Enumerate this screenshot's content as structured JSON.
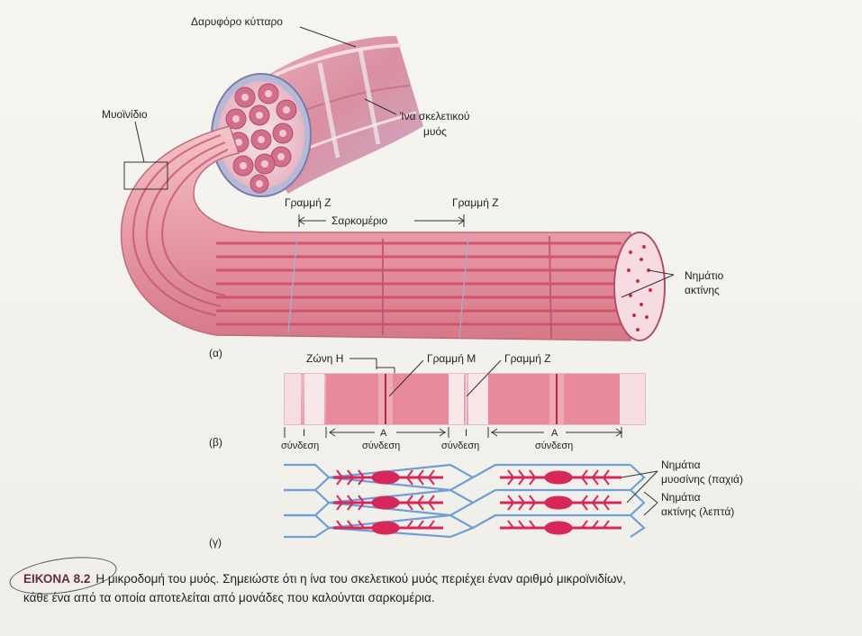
{
  "labels": {
    "doryphore_cell": "Δαρυφόρο κύτταρο",
    "skeletal_fiber_1": "Ίνα σκελετικού",
    "skeletal_fiber_2": "μυός",
    "myofibril": "Μυοϊνίδιο",
    "z_line_left": "Γραμμή Z",
    "z_line_right": "Γραμμή Z",
    "sarcomere": "Σαρκομέριο",
    "actin_filament_1": "Νημάτιο",
    "actin_filament_2": "ακτίνης",
    "part_a": "(α)",
    "part_b": "(β)",
    "part_c": "(γ)",
    "h_zone": "Ζώνη Η",
    "m_line": "Γραμμή Μ",
    "z_line_b": "Γραμμή Z",
    "band_a_1": "A",
    "band_a_2": "A",
    "band_i_1": "I",
    "band_i_2": "I",
    "syndesi_1": "σύνδεση",
    "syndesi_2": "σύνδεση",
    "syndesi_3": "σύνδεση",
    "syndesi_4": "σύνδεση",
    "myosin_1": "Νημάτια",
    "myosin_2": "μυοσίνης (παχιά)",
    "actin_thin_1": "Νημάτια",
    "actin_thin_2": "ακτίνης (λεπτά)"
  },
  "caption": {
    "tag": "ΕΙΚΟΝΑ 8.2",
    "text_line1": "Η μικροδομή του μυός. Σημειώστε ότι η ίνα του σκελετικού μυός περιέχει έναν αριθμό μικροϊνιδίων,",
    "text_line2": "κάθε ένα από τα οποία αποτελείται από μονάδες που καλούνται σαρκομέρια."
  },
  "colors": {
    "muscle_pink": "#e8a0a8",
    "muscle_dark": "#c24a62",
    "actin_blue": "#7fa6d8",
    "myosin_magenta": "#d8285a",
    "caption_tag": "#6a2b3d"
  }
}
